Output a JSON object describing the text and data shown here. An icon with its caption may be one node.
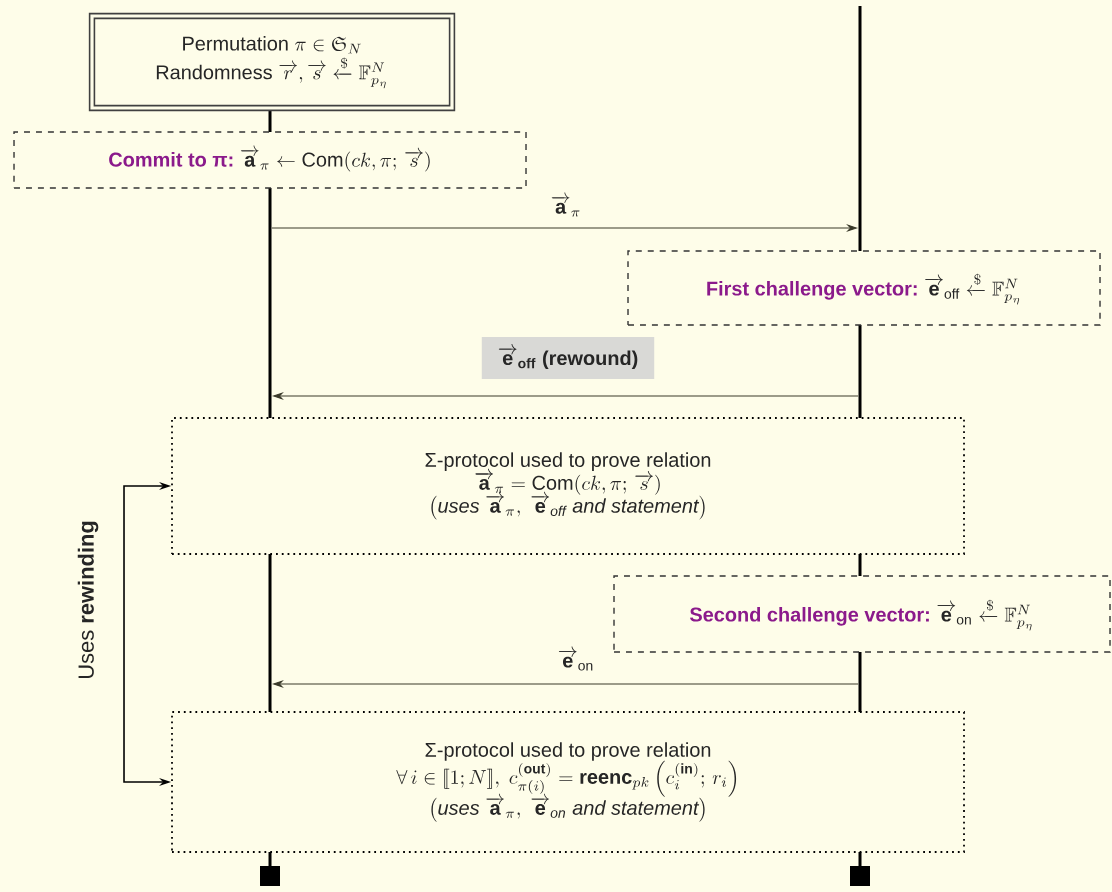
{
  "diagram": {
    "nodes": [
      {
        "text": [
          "\\text{Permutation } \\pi \\in \\mathfrak{S}_N",
          "\\text{Randomness } \\overrightarrow{r}, \\overrightarrow{s} \\xleftarrow{\\$} \\mathbb{F}_{p_\\eta}^N"
        ]
      },
      {
        "text": [
          "Commit to π:",
          "\\overrightarrow{\\mathbf{a}}_\\pi \\leftarrow \\text{Com}(ck, \\pi;\\, \\overrightarrow{s})"
        ]
      },
      {
        "text": [
          "First challenge vector:",
          "\\overrightarrow{\\mathbf{e}}_{\\text{off}} \\xleftarrow{\\$} \\mathbb{F}_{p_\\eta}^N"
        ]
      },
      {
        "text": [
          "Σ-protocol used to prove relation",
          "\\overrightarrow{\\mathbf{a}}_\\pi = \\text{Com}(ck, \\pi;\\, \\overrightarrow{s})",
          "\\left(\\textit{uses } \\overrightarrow{\\mathbf{a}}_\\pi,\\ \\overrightarrow{\\mathbf{e}}_{\\textit{off}} \\textit{ and statement}\\right)"
        ]
      },
      {
        "text": [
          "Second challenge vector:",
          "\\overrightarrow{\\mathbf{e}}_{\\text{on}} \\xleftarrow{\\$} \\mathbb{F}_{p_\\eta}^N"
        ]
      },
      {
        "text": [
          "Σ-protocol used to prove relation",
          "\\forall\\, i \\in [\\![1;N]\\!],\\ c_{\\pi(i)}^{(\\textbf{out})} = \\mathbf{reenc}_{pk}\\left(c_i^{(\\textbf{in})};\\, r_i\\right)",
          "\\left(\\textit{uses } \\overrightarrow{\\mathbf{a}}_\\pi,\\ \\overrightarrow{\\mathbf{e}}_{\\textit{on}} \\textit{ and statement}\\right)"
        ]
      },
      {
        "text": [],
        "shape": "bar"
      },
      {
        "text": [],
        "shape": "bar"
      }
    ],
    "edges": [
      {
        "from": 6,
        "to": 7,
        "arrow": "to",
        "label": "\\overrightarrow{\\mathbf{a}}_\\pi"
      },
      {
        "from": 7,
        "to": 6,
        "arrow": "to",
        "label": "\\overrightarrow{\\mathbf{e}}_{\\textbf{off}}\\ \\textbf{(rewound)}"
      },
      {
        "from": 7,
        "to": 6,
        "arrow": "to",
        "label": "\\overrightarrow{\\mathbf{e}}_{\\text{on}}"
      },
      {
        "from": null,
        "to": 3,
        "arrow": "to",
        "label": "Uses **rewinding**"
      },
      {
        "from": null,
        "to": 5,
        "arrow": "to"
      }
    ]
  }
}
